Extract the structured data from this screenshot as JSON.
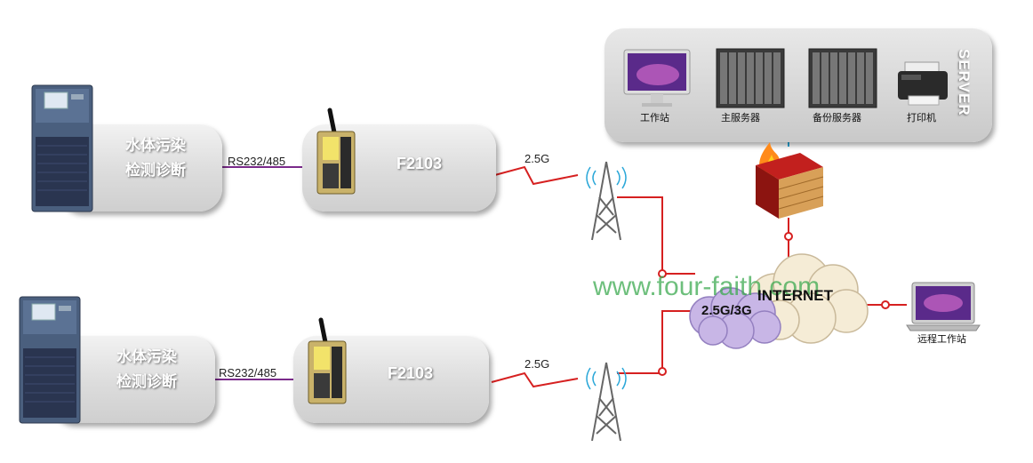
{
  "stations": [
    {
      "name_line1": "水体污染",
      "name_line2": "检测诊断",
      "serial": "RS232/485",
      "device": "F2103",
      "link": "2.5G"
    },
    {
      "name_line1": "水体污染",
      "name_line2": "检测诊断",
      "serial": "RS232/485",
      "device": "F2103",
      "link": "2.5G"
    }
  ],
  "server": {
    "title": "SERVER",
    "items": [
      {
        "label": "工作站",
        "icon": "monitor-icon"
      },
      {
        "label": "主服务器",
        "icon": "server-rack-icon"
      },
      {
        "label": "备份服务器",
        "icon": "server-rack-icon"
      },
      {
        "label": "打印机",
        "icon": "printer-icon"
      }
    ]
  },
  "network": {
    "watermark": "www.four-faith.com",
    "cloud_main": "INTERNET",
    "cloud_mobile": "2.5G/3G",
    "remote_label": "远程工作站"
  },
  "colors": {
    "link": "#d62020",
    "serial_line": "#7a2a8a",
    "lan": "#2aa7d8"
  }
}
